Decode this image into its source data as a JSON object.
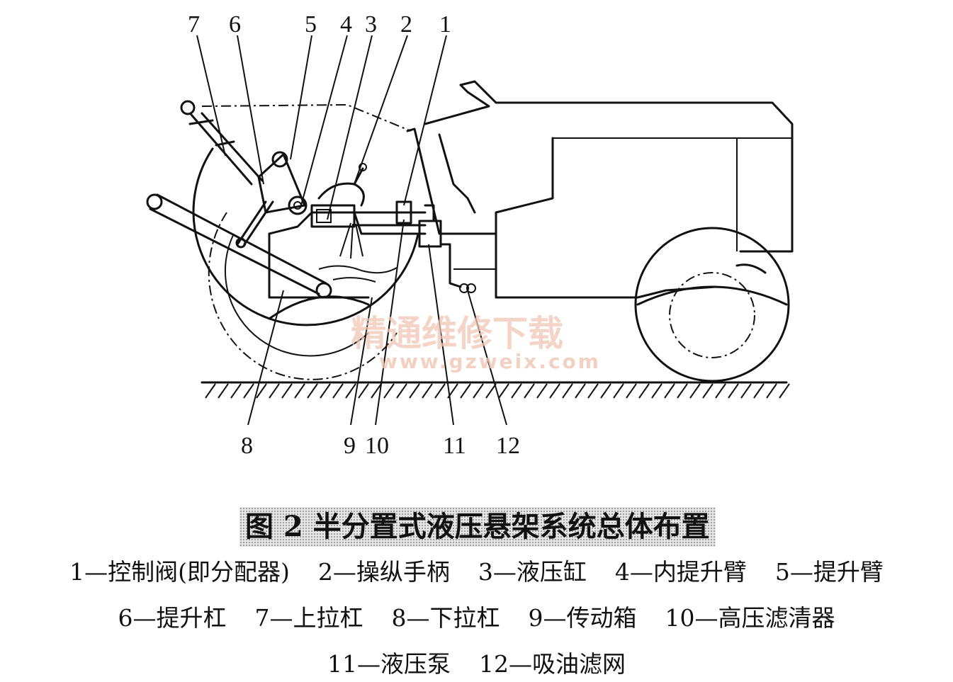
{
  "figure": {
    "labels_top": [
      "7",
      "6",
      "5",
      "4",
      "3",
      "2",
      "1"
    ],
    "labels_bottom": [
      "8",
      "9",
      "10",
      "11",
      "12"
    ],
    "watermark": {
      "text": "精通维修下载",
      "url": "www.gzweix.com"
    }
  },
  "caption": "图 2  半分置式液压悬架系统总体布置",
  "legend": [
    [
      "1—控制阀(即分配器)",
      "2—操纵手柄",
      "3—液压缸",
      "4—内提升臂",
      "5—提升臂"
    ],
    [
      "6—提升杠",
      "7—上拉杠",
      "8—下拉杠",
      "9—传动箱",
      "10—高压滤清器"
    ],
    [
      "11—液压泵",
      "12—吸油滤网"
    ]
  ]
}
